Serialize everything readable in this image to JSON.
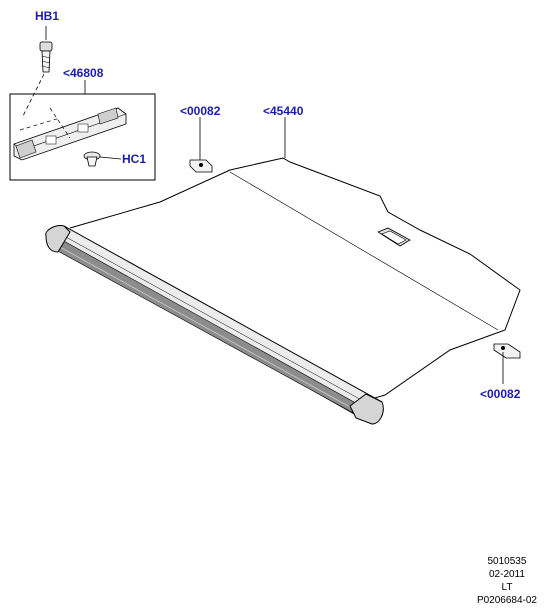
{
  "callouts": {
    "hb1": "HB1",
    "part_46808": "<46808",
    "hc1": "HC1",
    "part_00082_top": "<00082",
    "part_45440": "<45440",
    "part_00082_bottom": "<00082"
  },
  "footer": {
    "code": "5010535",
    "date": "02-2011",
    "lt": "LT",
    "ref": "P0206684-02"
  },
  "colors": {
    "callout": "#1c1cae",
    "line": "#000000",
    "fill_light": "#ececec",
    "fill_mid": "#cfcfcf",
    "fill_dark": "#8c8c8c"
  }
}
